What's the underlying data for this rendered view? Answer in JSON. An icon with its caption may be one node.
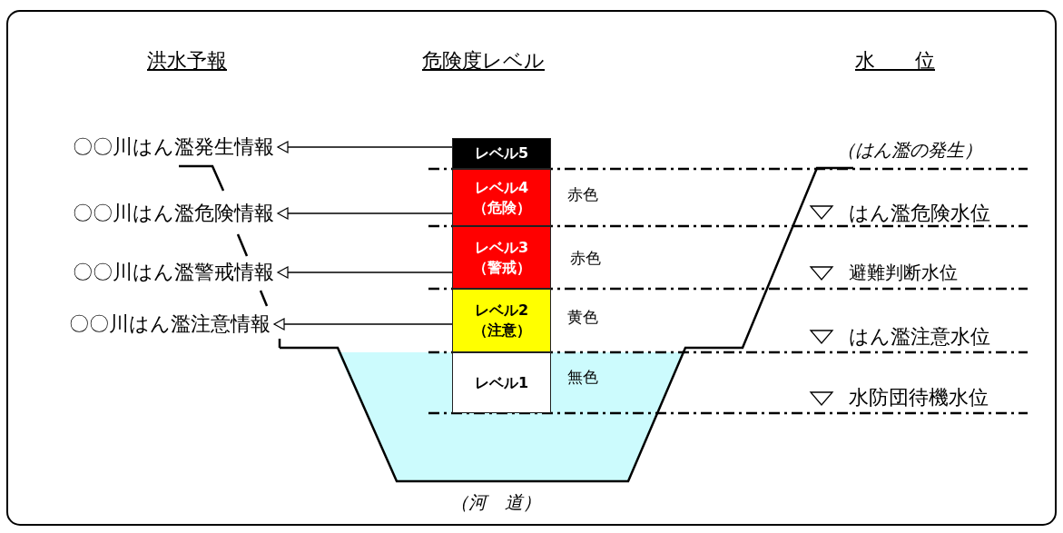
{
  "diagram": {
    "nodes": [
      {
        "text": [
          "〇〇川はん濫発生情報"
        ]
      },
      {
        "text": [
          "〇〇川はん濫危険情報"
        ]
      },
      {
        "text": [
          "〇〇川はん濫警戒情報"
        ]
      },
      {
        "text": [
          "〇〇川はん濫注意情報"
        ]
      },
      {
        "text": [
          "レベル5"
        ]
      },
      {
        "text": [
          "レベル4",
          "（危険）"
        ]
      },
      {
        "text": [
          "レベル3",
          "（警戒）"
        ]
      },
      {
        "text": [
          "レベル2",
          "（注意）"
        ]
      },
      {
        "text": [
          "レベル1"
        ]
      }
    ],
    "edges": [
      {
        "from": 4,
        "to": 0,
        "arrow": "to"
      },
      {
        "from": 5,
        "to": 1,
        "arrow": "to"
      },
      {
        "from": 6,
        "to": 2,
        "arrow": "to"
      },
      {
        "from": 7,
        "to": 3,
        "arrow": "to"
      }
    ],
    "labels": [
      "洪水予報",
      "危険度レベル",
      "水　　位",
      "（はん濫の発生）",
      "赤色",
      "はん濫危険水位",
      "赤色",
      "避難判断水位",
      "黄色",
      "はん濫注意水位",
      "無色",
      "水防団待機水位",
      "（河　道）"
    ]
  }
}
